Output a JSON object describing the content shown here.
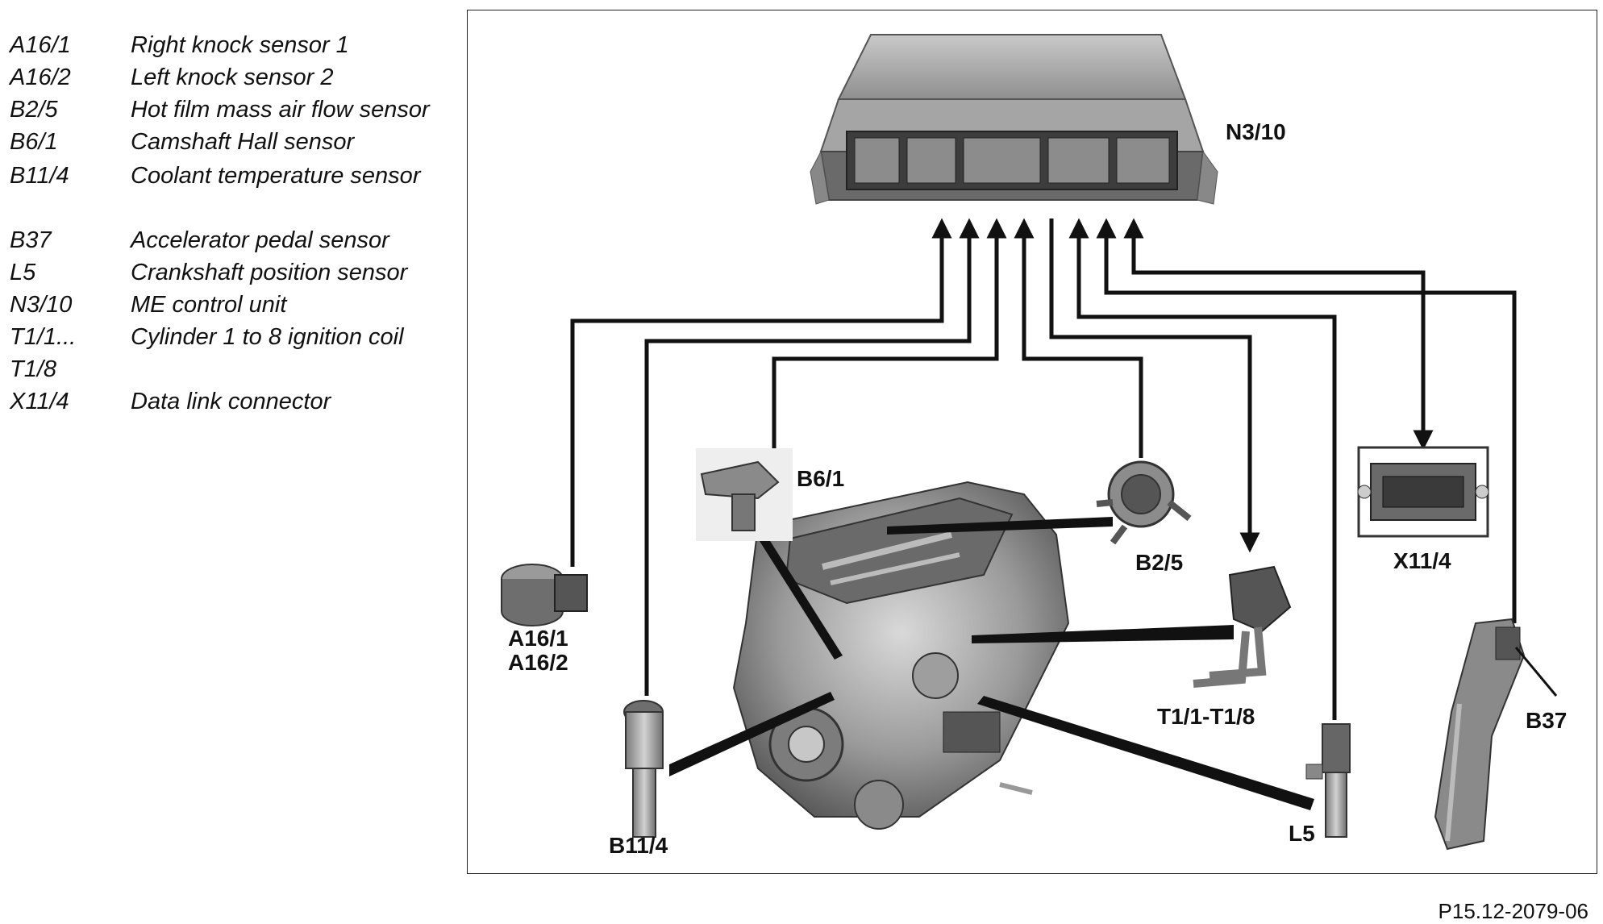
{
  "legend": [
    {
      "code": "A16/1",
      "desc": "Right knock sensor 1"
    },
    {
      "code": "A16/2",
      "desc": "Left knock sensor 2"
    },
    {
      "code": "B2/5",
      "desc": "Hot film mass air flow sensor"
    },
    {
      "code": "B6/1",
      "desc": "Camshaft Hall sensor"
    },
    {
      "code": "B11/4",
      "desc": "Coolant temperature sensor"
    },
    {
      "code": "B37",
      "desc": "Accelerator pedal sensor"
    },
    {
      "code": "L5",
      "desc": "Crankshaft position sensor"
    },
    {
      "code": "N3/10",
      "desc": "ME control unit"
    },
    {
      "code": "T1/1...",
      "desc": "Cylinder 1 to 8 ignition coil"
    },
    {
      "code": "T1/8",
      "desc": ""
    },
    {
      "code": "X11/4",
      "desc": "Data link connector"
    }
  ],
  "callouts": {
    "n3_10": "N3/10",
    "b6_1": "B6/1",
    "b2_5": "B2/5",
    "a16_1": "A16/1",
    "a16_2": "A16/2",
    "x11_4": "X11/4",
    "t1": "T1/1-T1/8",
    "b37": "B37",
    "b11_4": "B11/4",
    "l5": "L5"
  },
  "figure_code": "P15.12-2079-06"
}
